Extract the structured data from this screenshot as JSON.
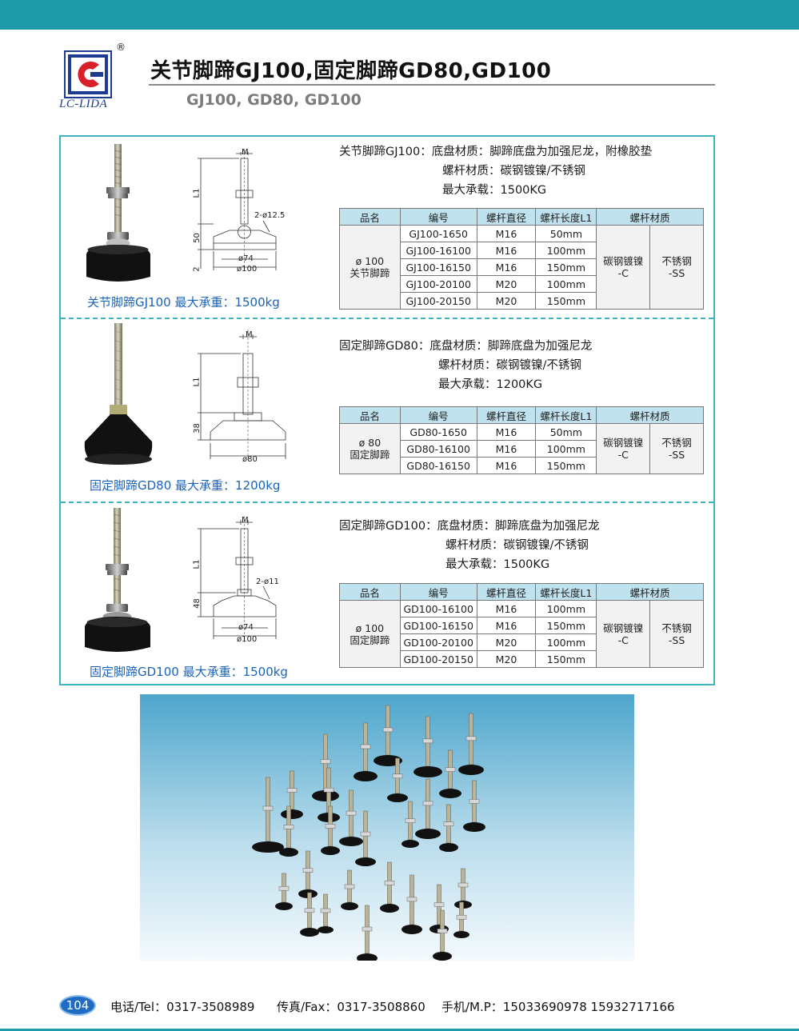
{
  "brand": {
    "name": "LC-LIDA",
    "registered": "®"
  },
  "page_title": "关节脚蹄GJ100,固定脚蹄GD80,GD100",
  "page_subtitle": "GJ100, GD80, GD100",
  "table_headers": [
    "品名",
    "编号",
    "螺杆直径",
    "螺杆长度L1",
    "螺杆材质"
  ],
  "sections": [
    {
      "id": "gj100",
      "caption": "关节脚蹄GJ100 最大承重：1500kg",
      "desc": [
        "关节脚蹄GJ100：底盘材质：脚蹄底盘为加强尼龙，附橡胶垫",
        "螺杆材质：碳钢镀镍/不锈钢",
        "最大承载：1500KG"
      ],
      "diagram": {
        "m": "M",
        "l1": "L1",
        "h1": "50",
        "h2": "2",
        "d_inner": "ø74",
        "d_outer": "ø100",
        "hole": "2-ø12.5"
      },
      "product_name": [
        "ø 100",
        "关节脚蹄"
      ],
      "material_c": [
        "碳钢镀镍",
        "-C"
      ],
      "material_ss": [
        "不锈钢",
        "-SS"
      ],
      "rows": [
        {
          "code": "GJ100-1650",
          "dia": "M16",
          "len": "50mm"
        },
        {
          "code": "GJ100-16100",
          "dia": "M16",
          "len": "100mm"
        },
        {
          "code": "GJ100-16150",
          "dia": "M16",
          "len": "150mm"
        },
        {
          "code": "GJ100-20100",
          "dia": "M20",
          "len": "100mm"
        },
        {
          "code": "GJ100-20150",
          "dia": "M20",
          "len": "150mm"
        }
      ]
    },
    {
      "id": "gd80",
      "caption": "固定脚蹄GD80 最大承重：1200kg",
      "desc": [
        "固定脚蹄GD80：底盘材质：脚蹄底盘为加强尼龙",
        "螺杆材质：碳钢镀镍/不锈钢",
        "最大承载：1200KG"
      ],
      "diagram": {
        "m": "M",
        "l1": "L1",
        "h1": "38",
        "d_outer": "ø80"
      },
      "product_name": [
        "ø 80",
        "固定脚蹄"
      ],
      "material_c": [
        "碳钢镀镍",
        "-C"
      ],
      "material_ss": [
        "不锈钢",
        "-SS"
      ],
      "rows": [
        {
          "code": "GD80-1650",
          "dia": "M16",
          "len": "50mm"
        },
        {
          "code": "GD80-16100",
          "dia": "M16",
          "len": "100mm"
        },
        {
          "code": "GD80-16150",
          "dia": "M16",
          "len": "150mm"
        }
      ]
    },
    {
      "id": "gd100",
      "caption": "固定脚蹄GD100 最大承重：1500kg",
      "desc": [
        "固定脚蹄GD100：底盘材质：脚蹄底盘为加强尼龙",
        "螺杆材质：碳钢镀镍/不锈钢",
        "最大承载：1500KG"
      ],
      "diagram": {
        "m": "M",
        "l1": "L1",
        "h1": "48",
        "d_inner": "ø74",
        "d_outer": "ø100",
        "hole": "2-ø11"
      },
      "product_name": [
        "ø 100",
        "固定脚蹄"
      ],
      "material_c": [
        "碳钢镀镍",
        "-C"
      ],
      "material_ss": [
        "不锈钢",
        "-SS"
      ],
      "rows": [
        {
          "code": "GD100-16100",
          "dia": "M16",
          "len": "100mm"
        },
        {
          "code": "GD100-16150",
          "dia": "M16",
          "len": "150mm"
        },
        {
          "code": "GD100-20100",
          "dia": "M20",
          "len": "100mm"
        },
        {
          "code": "GD100-20150",
          "dia": "M20",
          "len": "150mm"
        }
      ]
    }
  ],
  "footer": {
    "page_number": "104",
    "tel": "电话/Tel：0317-3508989",
    "fax": "传真/Fax：0317-3508860",
    "mobile": "手机/M.P：15033690978  15932717166"
  },
  "colors": {
    "accent": "#1f9aa8",
    "frame": "#3fb3c2",
    "caption": "#1b63b8",
    "table_header": "#bfe2ee",
    "logo_red": "#d7202a",
    "logo_blue": "#1e3c8f"
  }
}
